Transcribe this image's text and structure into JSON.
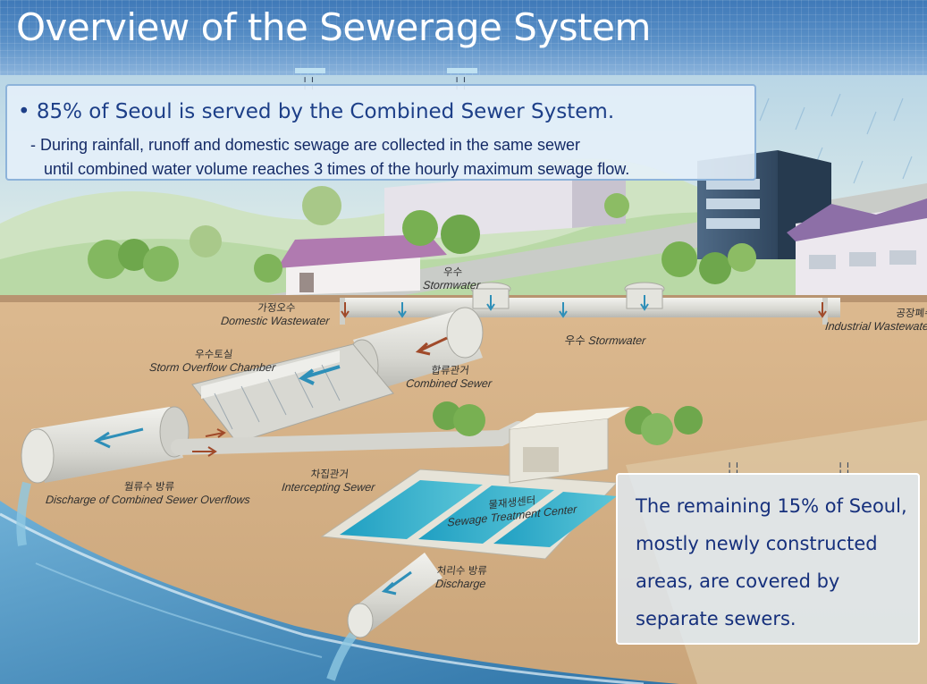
{
  "title": "Overview of the Sewerage System",
  "combined_callout": {
    "main": "• 85% of Seoul is served by the Combined Sewer System.",
    "detail": "- During rainfall, runoff and domestic sewage are collected in the same sewer\n   until combined water volume reaches 3 times of the hourly maximum sewage flow."
  },
  "separate_callout": {
    "text": "The remaining 15% of Seoul,\nmostly newly constructed\nareas, are covered by\nseparate sewers."
  },
  "labels": {
    "stormwater_top": {
      "ko": "우수",
      "en": "Stormwater"
    },
    "domestic": {
      "ko": "가정오수",
      "en": "Domestic Wastewater"
    },
    "industrial": {
      "ko": "공장폐수",
      "en": "Industrial Wastewater"
    },
    "stormwater_pipe": {
      "ko": "우수",
      "en": "Stormwater"
    },
    "storm_overflow": {
      "ko": "우수토실",
      "en": "Storm Overflow Chamber"
    },
    "combined_sewer": {
      "ko": "합류관거",
      "en": "Combined Sewer"
    },
    "intercepting": {
      "ko": "차집관거",
      "en": "Intercepting Sewer"
    },
    "cso_discharge": {
      "ko": "월류수 방류",
      "en": "Discharge of Combined Sewer Overflows"
    },
    "treatment_center": {
      "ko": "물재생센터",
      "en": "Sewage Treatment Center"
    },
    "discharge": {
      "ko": "처리수 방류",
      "en": "Discharge"
    }
  },
  "colors": {
    "title_band": "#4a84c0",
    "callout_text": "#1d3f88",
    "soil": "#d9b48a",
    "river": "#3f87b5",
    "pipe": "#dcdcd6",
    "flow_arrow": "#2e8fb8",
    "sewage_arrow": "#a04a2a"
  }
}
